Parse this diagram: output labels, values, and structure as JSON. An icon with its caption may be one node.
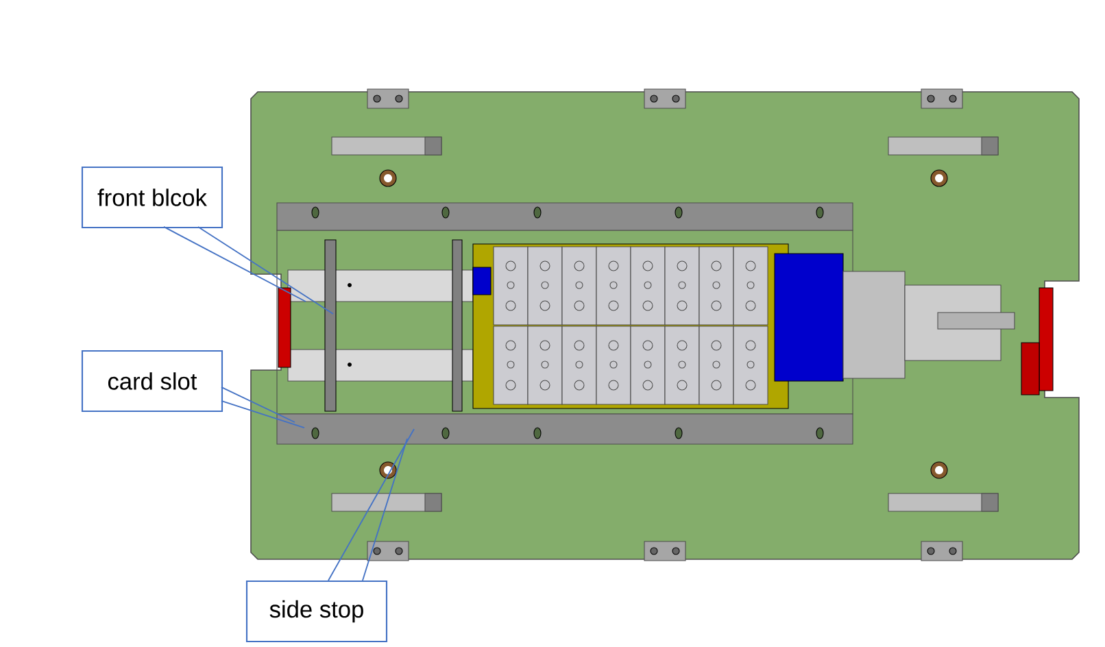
{
  "diagram": {
    "nodes": [
      {
        "text": [
          "front blcok"
        ]
      },
      {
        "text": [
          "card slot"
        ]
      },
      {
        "text": [
          "side stop"
        ]
      }
    ],
    "edges": [
      {
        "from": 0,
        "to": null,
        "arrow": "none"
      },
      {
        "from": 0,
        "to": null,
        "arrow": "none"
      },
      {
        "from": 1,
        "to": null,
        "arrow": "none"
      },
      {
        "from": 1,
        "to": null,
        "arrow": "none"
      },
      {
        "from": 2,
        "to": null,
        "arrow": "none"
      },
      {
        "from": 2,
        "to": null,
        "arrow": "none"
      }
    ]
  }
}
